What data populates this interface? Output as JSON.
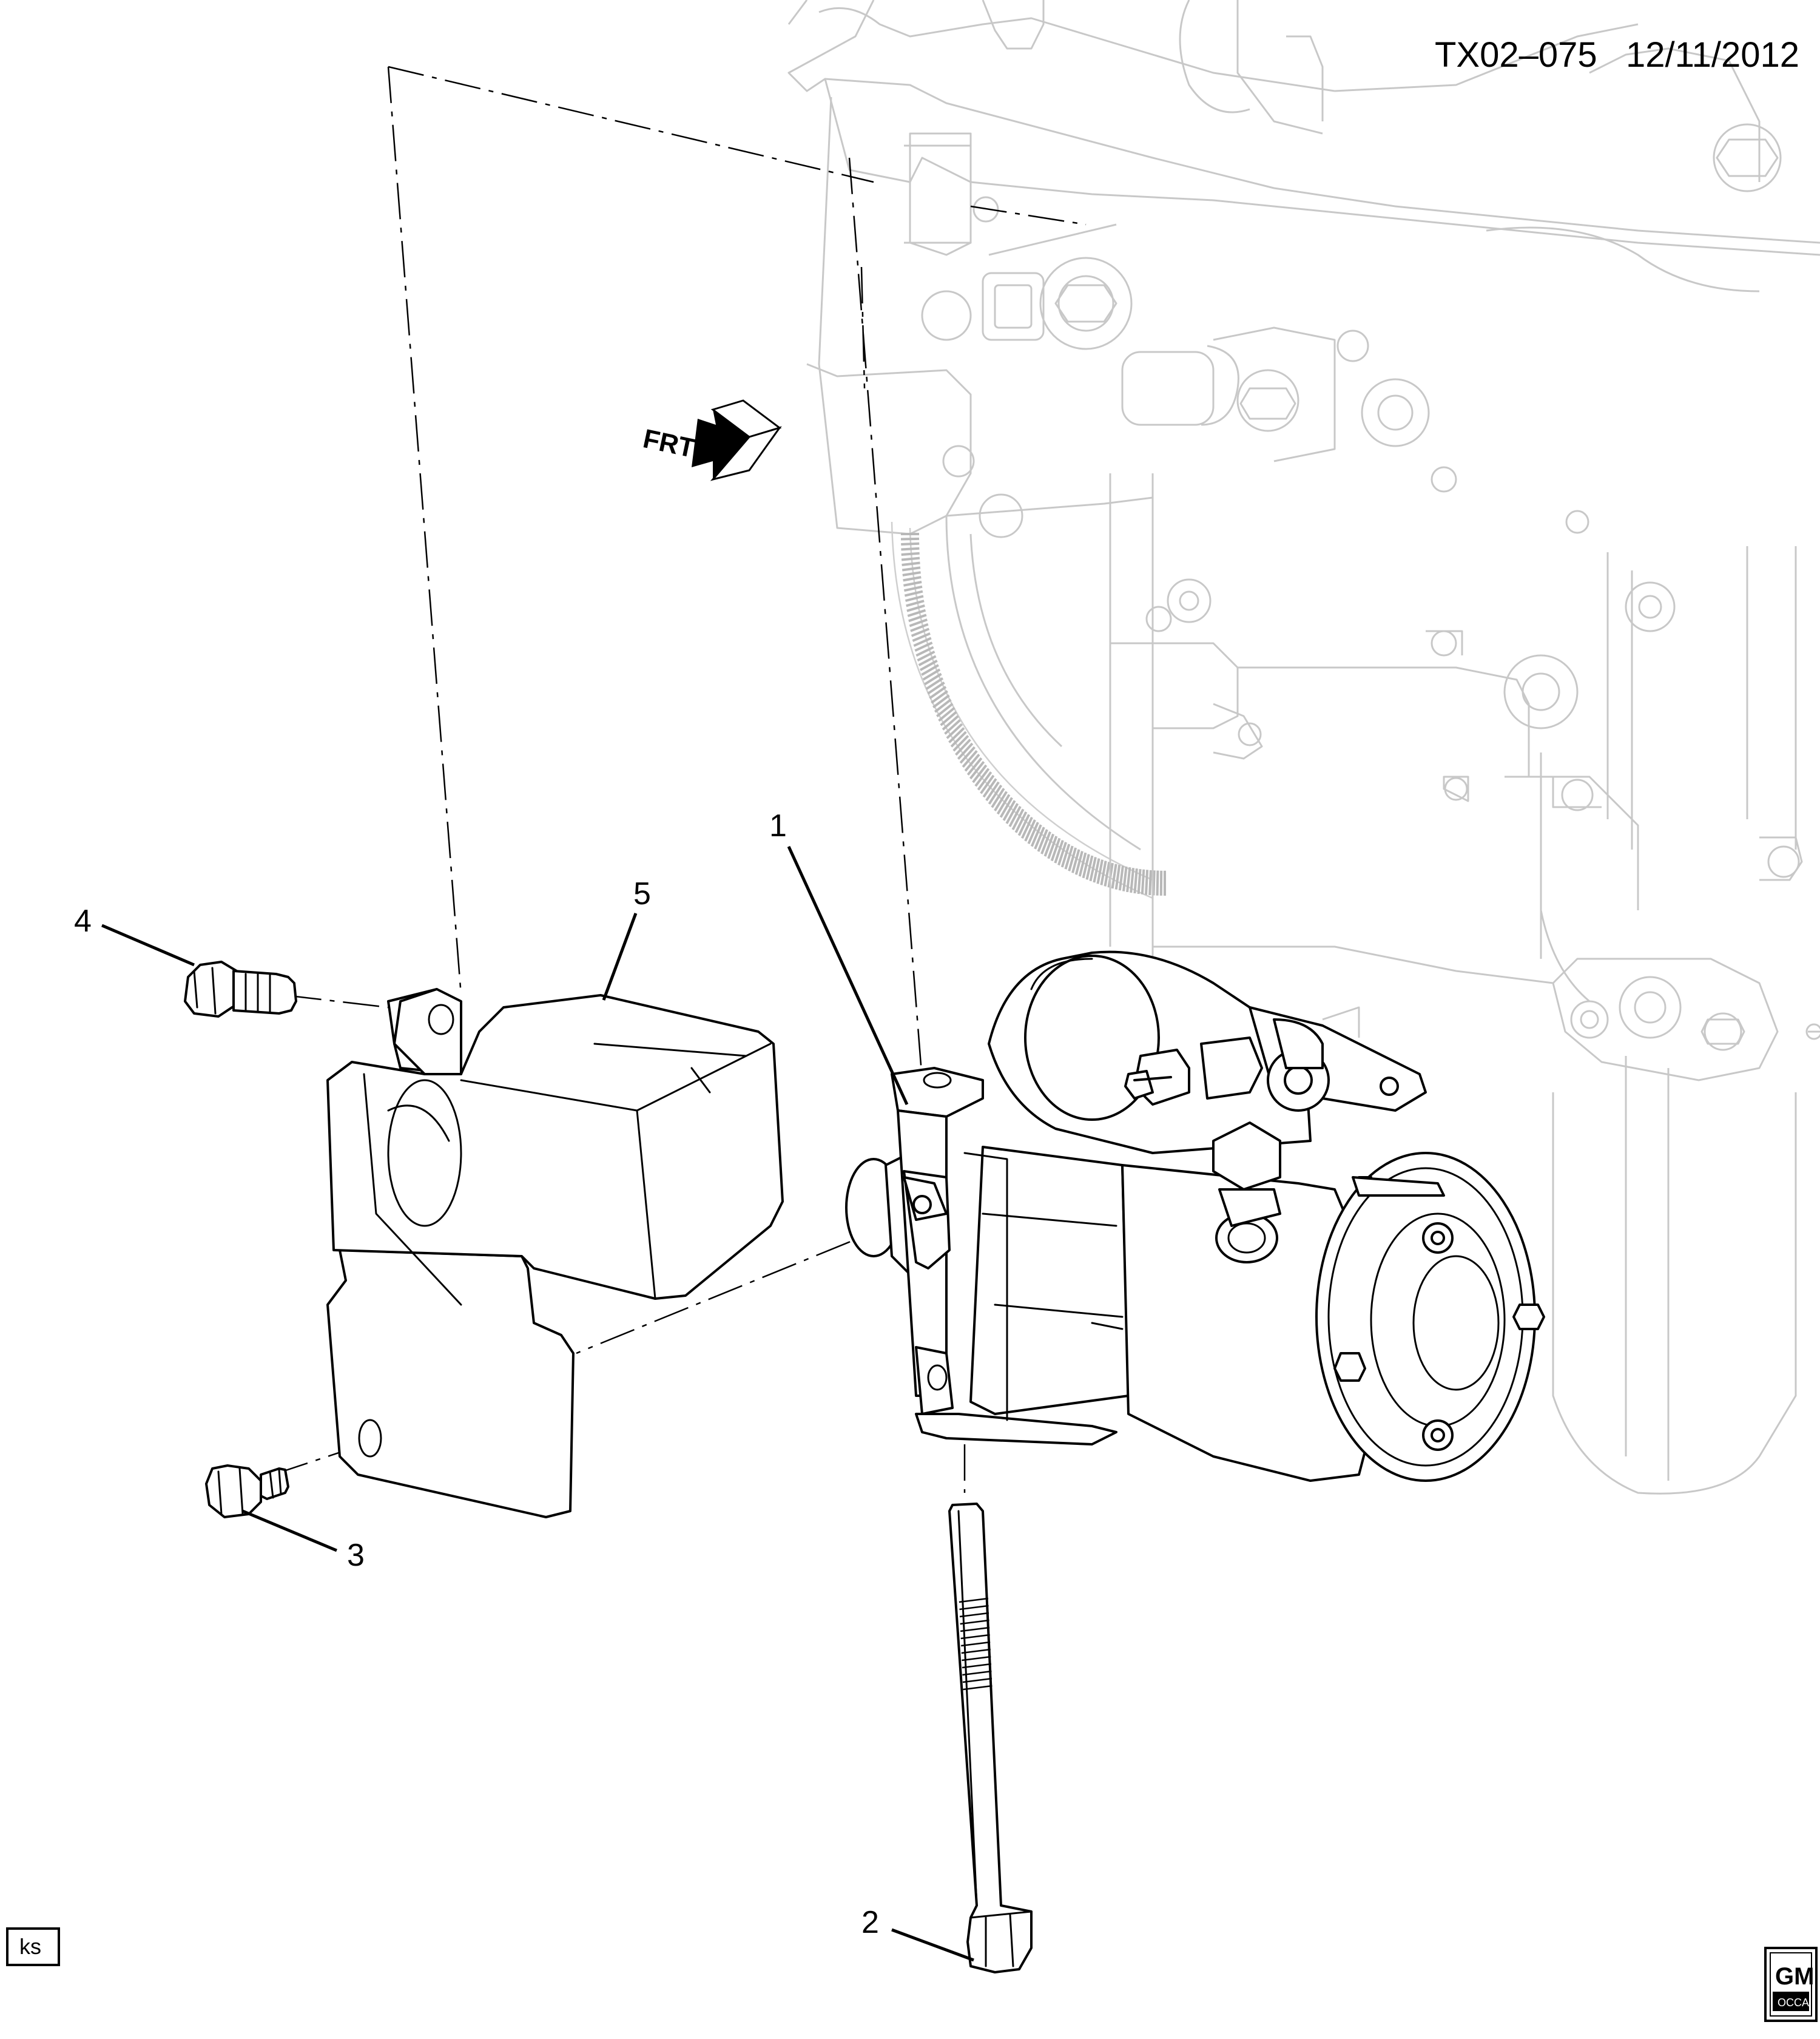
{
  "header": {
    "figure_id": "TX02–075",
    "date": "12/11/2012"
  },
  "orientation": {
    "label": "FRT",
    "icon": "front-arrow-icon"
  },
  "callouts": [
    {
      "number": "1",
      "part": "starter-motor"
    },
    {
      "number": "2",
      "part": "starter-mounting-bolt"
    },
    {
      "number": "3",
      "part": "shield-lower-bolt"
    },
    {
      "number": "4",
      "part": "shield-upper-bolt"
    },
    {
      "number": "5",
      "part": "starter-heat-shield"
    }
  ],
  "footer": {
    "illustrator_tag": "ks",
    "brand_logo": {
      "label": "GM",
      "sub": "OCCA"
    }
  },
  "colors": {
    "ink": "#000000",
    "background_engine": "#c8c8c8",
    "paper": "#ffffff"
  }
}
